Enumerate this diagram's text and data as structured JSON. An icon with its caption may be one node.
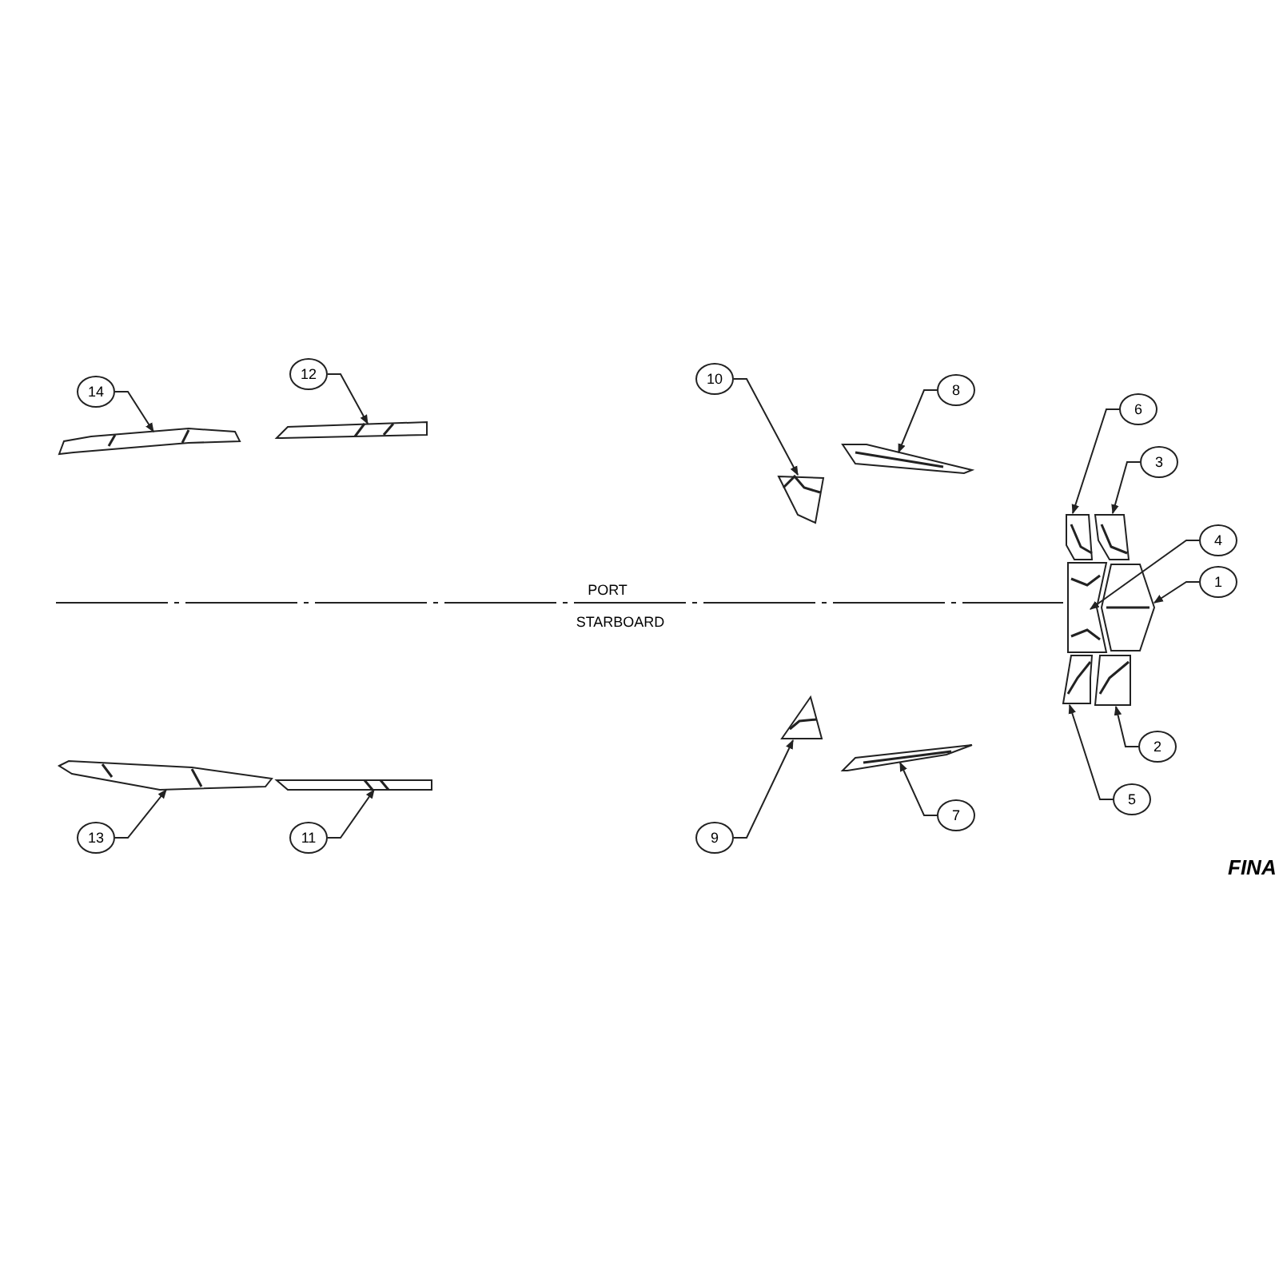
{
  "diagram": {
    "nodes": [
      {
        "text": [
          "14"
        ]
      },
      {
        "text": [
          "12"
        ]
      },
      {
        "text": [
          "10"
        ]
      },
      {
        "text": [
          "8"
        ]
      },
      {
        "text": [
          "6"
        ]
      },
      {
        "text": [
          "3"
        ]
      },
      {
        "text": [
          "4"
        ]
      },
      {
        "text": [
          "1"
        ]
      },
      {
        "text": [
          "13"
        ]
      },
      {
        "text": [
          "11"
        ]
      },
      {
        "text": [
          "9"
        ]
      },
      {
        "text": [
          "7"
        ]
      },
      {
        "text": [
          "5"
        ]
      },
      {
        "text": [
          "2"
        ]
      },
      {
        "text": [],
        "shape": "picture"
      },
      {
        "text": [],
        "shape": "picture"
      },
      {
        "text": [],
        "shape": "picture"
      },
      {
        "text": [],
        "shape": "picture"
      },
      {
        "text": [],
        "shape": "picture"
      },
      {
        "text": [],
        "shape": "picture"
      },
      {
        "text": [],
        "shape": "picture"
      },
      {
        "text": [],
        "shape": "picture"
      },
      {
        "text": [],
        "shape": "picture"
      },
      {
        "text": [],
        "shape": "picture"
      },
      {
        "text": [],
        "shape": "picture"
      },
      {
        "text": [],
        "shape": "picture"
      },
      {
        "text": [],
        "shape": "picture"
      },
      {
        "text": [],
        "shape": "picture"
      }
    ],
    "edges": [
      {
        "from": 0,
        "to": 14,
        "arrow": "to"
      },
      {
        "from": 1,
        "to": 15,
        "arrow": "to"
      },
      {
        "from": 2,
        "to": 16,
        "arrow": "to"
      },
      {
        "from": 3,
        "to": 17,
        "arrow": "to"
      },
      {
        "from": 4,
        "to": 18,
        "arrow": "to"
      },
      {
        "from": 5,
        "to": 19,
        "arrow": "to"
      },
      {
        "from": 6,
        "to": 20,
        "arrow": "to"
      },
      {
        "from": 7,
        "to": 21,
        "arrow": "to"
      },
      {
        "from": 8,
        "to": 22,
        "arrow": "to"
      },
      {
        "from": 9,
        "to": 23,
        "arrow": "to"
      },
      {
        "from": 10,
        "to": 24,
        "arrow": "to"
      },
      {
        "from": 11,
        "to": 25,
        "arrow": "to"
      },
      {
        "from": 12,
        "to": 26,
        "arrow": "to"
      },
      {
        "from": 13,
        "to": 27,
        "arrow": "to"
      }
    ],
    "labels": [
      "PORT",
      "STARBOARD",
      "FINA"
    ]
  }
}
